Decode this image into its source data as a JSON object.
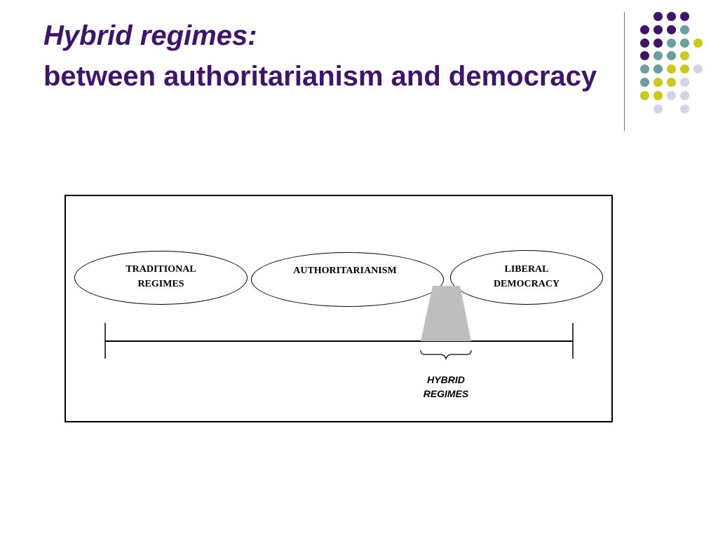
{
  "title": {
    "line1": "Hybrid regimes:",
    "line2": "between authoritarianism and democracy"
  },
  "colors": {
    "title": "#3f1568",
    "dot_purple": "#3f1568",
    "dot_teal": "#6f9c9c",
    "dot_yellow": "#c8c81e",
    "dot_lavender": "#d3d3e6",
    "hybrid_fill": "#bebebe"
  },
  "diagram": {
    "regimes": [
      {
        "lines": [
          "TRADITIONAL",
          "REGIMES"
        ]
      },
      {
        "lines": [
          "AUTHORITARIANISM"
        ]
      },
      {
        "lines": [
          "LIBERAL",
          "DEMOCRACY"
        ]
      }
    ],
    "hybrid_label": [
      "HYBRID",
      "REGIMES"
    ]
  }
}
